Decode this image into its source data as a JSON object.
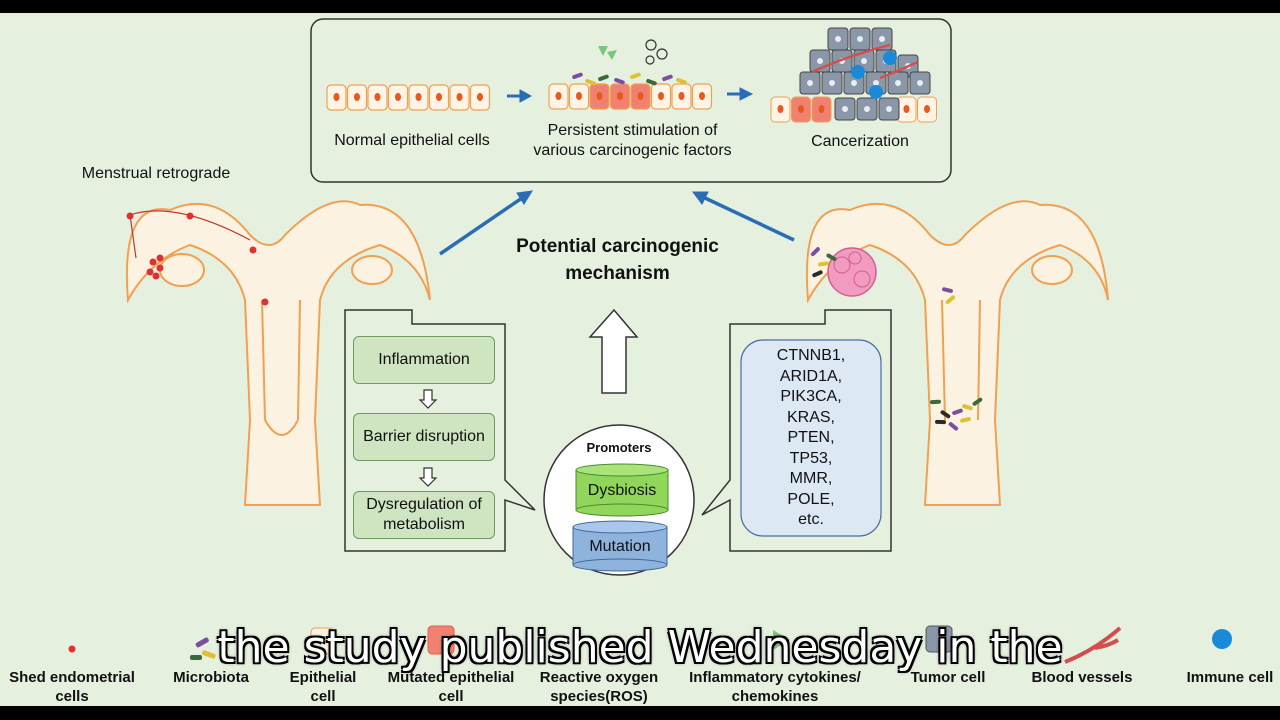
{
  "top_panel": {
    "normal_label": "Normal epithelial cells",
    "stimulation_label_1": "Persistent stimulation of",
    "stimulation_label_2": "various carcinogenic factors",
    "cancer_label": "Cancerization"
  },
  "left_uterus": {
    "label": "Menstrual retrograde"
  },
  "center": {
    "title_line1": "Potential  carcinogenic",
    "title_line2": "mechanism",
    "promoters_label": "Promoters",
    "dysbiosis_label": "Dysbiosis",
    "mutation_label": "Mutation"
  },
  "left_steps": [
    "Inflammation",
    "Barrier disruption",
    "Dysregulation of",
    "metabolism"
  ],
  "genes": [
    "CTNNB1,",
    "ARID1A,",
    "PIK3CA,",
    "KRAS,",
    "PTEN,",
    "TP53,",
    "MMR,",
    "POLE,",
    "etc."
  ],
  "legend": [
    {
      "line1": "Shed endometrial",
      "line2": "cells"
    },
    {
      "line1": "Microbiota",
      "line2": ""
    },
    {
      "line1": "Epithelial",
      "line2": "cell"
    },
    {
      "line1": "Mutated epithelial",
      "line2": "cell"
    },
    {
      "line1": "Reactive oxygen",
      "line2": "species(ROS)"
    },
    {
      "line1": "Inflammatory  cytokines/",
      "line2": "chemokines"
    },
    {
      "line1": "Tumor cell",
      "line2": ""
    },
    {
      "line1": "Blood vessels",
      "line2": ""
    },
    {
      "line1": "Immune cell",
      "line2": ""
    }
  ],
  "caption": "the study published Wednesday in the",
  "colors": {
    "background": "#e6f0df",
    "arrow": "#2a6db5",
    "uterus": "#f0a050",
    "step_box": "#cfe5c2",
    "gene_box": "#dde8f5"
  }
}
